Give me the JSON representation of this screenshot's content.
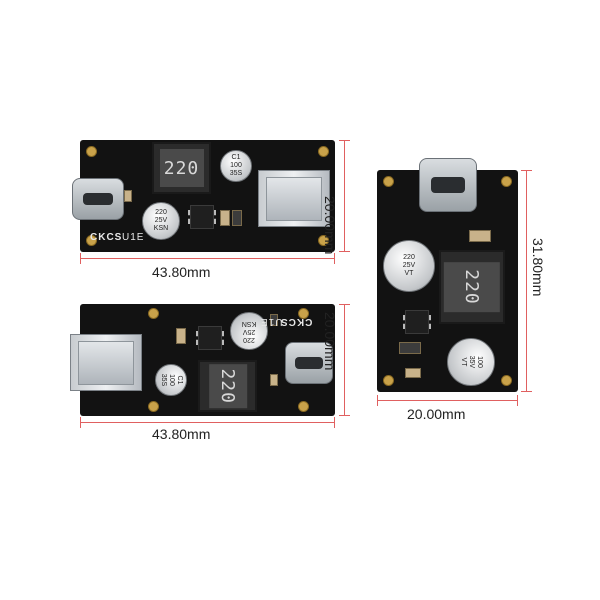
{
  "dimensions": {
    "top_left_width": "43.80mm",
    "top_left_height": "20.00mm",
    "bottom_left_width": "43.80mm",
    "bottom_left_height": "20.00mm",
    "right_width": "20.00mm",
    "right_height": "31.80mm"
  },
  "components": {
    "inductor_marking": "220",
    "cap_small_line1": "C1",
    "cap_small_line2": "100",
    "cap_small_line3": "35S",
    "cap_large_line1": "220",
    "cap_large_line2": "25V",
    "cap_large_line3": "KSN",
    "cap_right_top_line1": "220",
    "cap_right_top_line2": "25V",
    "cap_right_top_line3": "VT",
    "cap_right_bottom_line1": "100",
    "cap_right_bottom_line2": "35V",
    "cap_right_bottom_line3": "VT",
    "brand": "CKCS",
    "board_label": "U1E"
  },
  "colors": {
    "dimension_line": "#e06060",
    "pcb": "#121212"
  }
}
